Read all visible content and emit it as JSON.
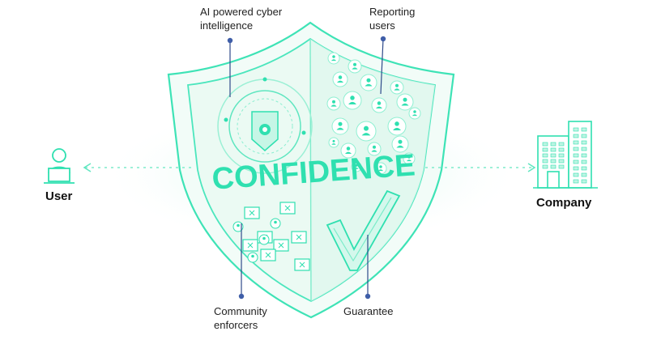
{
  "labels": {
    "ai_line1": "AI powered cyber",
    "ai_line2": "intelligence",
    "reporting_line1": "Reporting",
    "reporting_line2": "users",
    "community_line1": "Community",
    "community_line2": "enforcers",
    "guarantee": "Guarantee",
    "user": "User",
    "company": "Company",
    "confidence": "CONFIDENCE"
  },
  "colors": {
    "accent": "#2fe0b0",
    "accent_dark": "#1fc99a",
    "shield_fill": "#eefbf6",
    "line_dark": "#2e4a8a",
    "dot": "#3f5ea8"
  },
  "icons": {
    "user": "user-at-laptop-icon",
    "company": "office-building-icon"
  }
}
